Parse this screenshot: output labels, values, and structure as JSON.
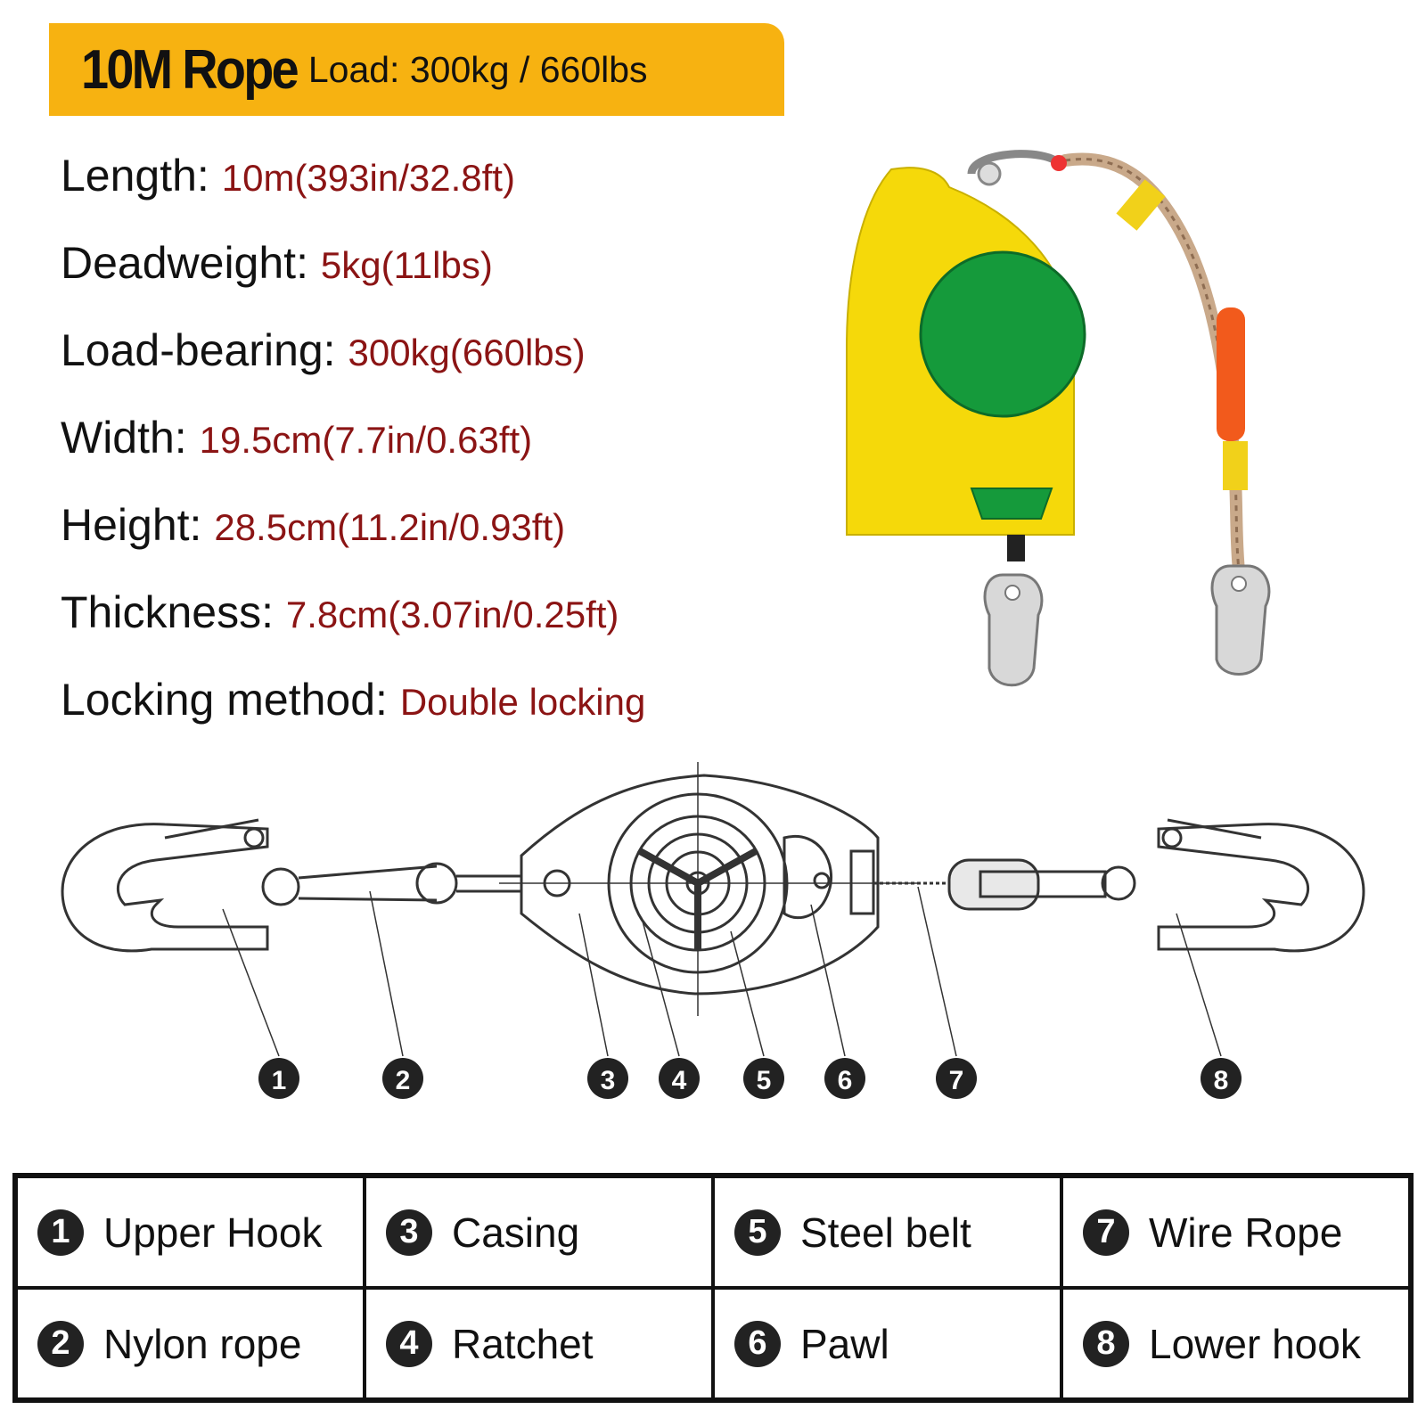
{
  "banner": {
    "title": "10M Rope",
    "load": "Load: 300kg / 660lbs",
    "color": "#f7b211"
  },
  "specs": [
    {
      "label": "Length:",
      "value": "10m(393in/32.8ft)"
    },
    {
      "label": "Deadweight:",
      "value": "5kg(11lbs)"
    },
    {
      "label": "Load-bearing:",
      "value": "300kg(660lbs)"
    },
    {
      "label": "Width:",
      "value": "19.5cm(7.7in/0.63ft)"
    },
    {
      "label": "Height:",
      "value": "28.5cm(11.2in/0.93ft)"
    },
    {
      "label": "Thickness:",
      "value": "7.8cm(3.07in/0.25ft)"
    },
    {
      "label": "Locking method:",
      "value": "Double locking"
    }
  ],
  "diagram_numbers": [
    "1",
    "2",
    "3",
    "4",
    "5",
    "6",
    "7",
    "8"
  ],
  "parts": [
    {
      "num": "1",
      "name": "Upper Hook"
    },
    {
      "num": "2",
      "name": "Nylon rope"
    },
    {
      "num": "3",
      "name": "Casing"
    },
    {
      "num": "4",
      "name": "Ratchet"
    },
    {
      "num": "5",
      "name": "Steel belt"
    },
    {
      "num": "6",
      "name": "Pawl"
    },
    {
      "num": "7",
      "name": "Wire Rope"
    },
    {
      "num": "8",
      "name": "Lower hook"
    }
  ],
  "colors": {
    "value_text": "#8b1414",
    "device_yellow": "#f5d90a",
    "device_green": "#159a3b",
    "lanyard_orange": "#f25a1c"
  },
  "icons": [
    "fall-arrester-device",
    "snap-hook-icon",
    "exploded-diagram"
  ]
}
